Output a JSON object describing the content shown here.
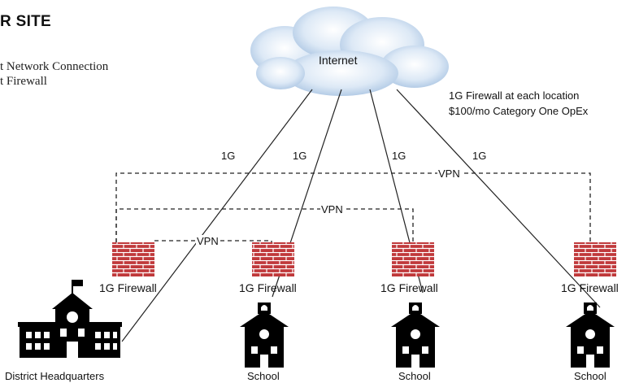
{
  "header": {
    "title": "R SITE",
    "bullets": [
      "t Network Connection",
      "t Firewall"
    ]
  },
  "cloud": {
    "label": "Internet"
  },
  "notes": [
    "1G Firewall at each location",
    "$100/mo Category One OpEx"
  ],
  "links": [
    "1G",
    "1G",
    "1G",
    "1G"
  ],
  "vpn_labels": [
    "VPN",
    "VPN",
    "VPN"
  ],
  "firewalls": [
    {
      "label": "1G Firewall"
    },
    {
      "label": "1G Firewall"
    },
    {
      "label": "1G Firewall"
    },
    {
      "label": "1G Firewall"
    }
  ],
  "sites": [
    {
      "label": "District Headquarters"
    },
    {
      "label": "School"
    },
    {
      "label": "School"
    },
    {
      "label": "School"
    }
  ],
  "colors": {
    "firewall": "#c0393b",
    "cloud": "#bcd3ea",
    "building": "#000000"
  }
}
